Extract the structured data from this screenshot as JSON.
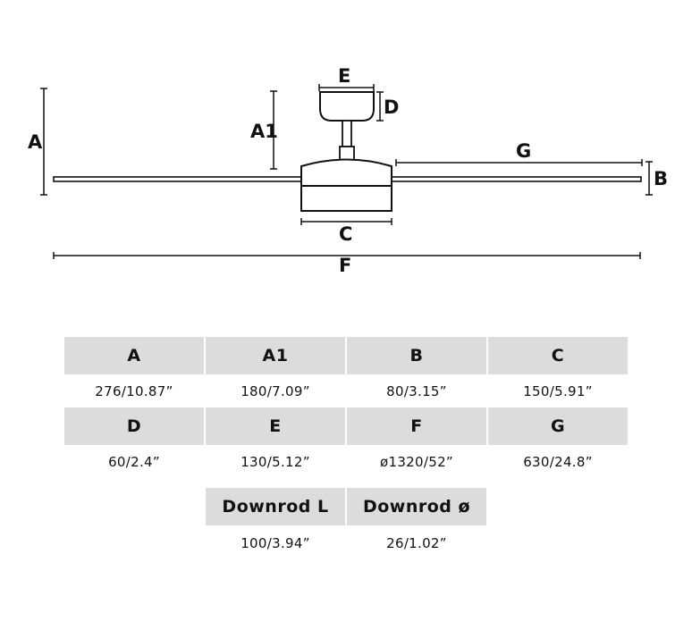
{
  "diagram": {
    "labels": {
      "A": "A",
      "A1": "A1",
      "B": "B",
      "C": "C",
      "D": "D",
      "E": "E",
      "F": "F",
      "G": "G"
    },
    "colors": {
      "line": "#111111",
      "header_bg": "#dcdcdc"
    }
  },
  "table": {
    "row1": [
      {
        "key": "A",
        "value": "276/10.87”"
      },
      {
        "key": "A1",
        "value": "180/7.09”"
      },
      {
        "key": "B",
        "value": "80/3.15”"
      },
      {
        "key": "C",
        "value": "150/5.91”"
      }
    ],
    "row2": [
      {
        "key": "D",
        "value": "60/2.4”"
      },
      {
        "key": "E",
        "value": "130/5.12”"
      },
      {
        "key": "F",
        "value": "ø1320/52”"
      },
      {
        "key": "G",
        "value": "630/24.8”"
      }
    ],
    "row3": [
      {
        "key": "Downrod L",
        "value": "100/3.94”"
      },
      {
        "key": "Downrod ø",
        "value": "26/1.02”"
      }
    ]
  }
}
